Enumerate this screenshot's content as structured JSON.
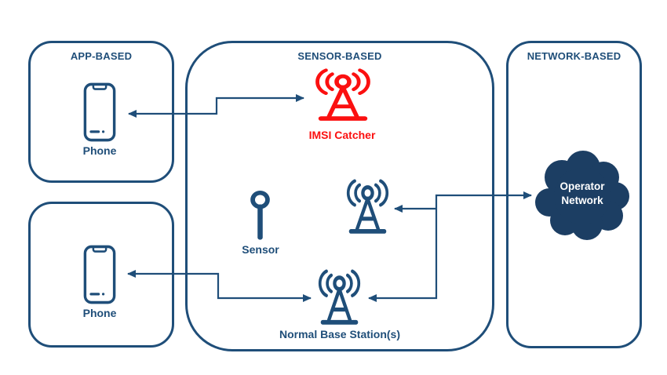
{
  "colors": {
    "navy": "#1F4E79",
    "red": "#FB1010",
    "cloud_fill": "#1C3E63",
    "background": "#FFFFFF"
  },
  "panels": {
    "app_based": {
      "title": "APP-BASED"
    },
    "sensor_based": {
      "title": "SENSOR-BASED"
    },
    "network_based": {
      "title": "NETWORK-BASED"
    }
  },
  "nodes": {
    "phone_top": {
      "label": "Phone"
    },
    "phone_bottom": {
      "label": "Phone"
    },
    "imsi_catcher": {
      "label": "IMSI Catcher"
    },
    "sensor": {
      "label": "Sensor"
    },
    "normal_base_station": {
      "label": "Normal Base Station(s)"
    },
    "operator_network": {
      "label_line1": "Operator",
      "label_line2": "Network"
    }
  },
  "connections": [
    {
      "from": "phone-top",
      "to": "imsi-catcher",
      "arrows": "both"
    },
    {
      "from": "phone-bottom",
      "to": "normal-base-station",
      "arrows": "both"
    },
    {
      "from": "operator-network",
      "to": "normal-base-station",
      "arrows": "both"
    },
    {
      "from": "operator-network",
      "to": "monitoring-base-station",
      "arrows": "to"
    }
  ]
}
